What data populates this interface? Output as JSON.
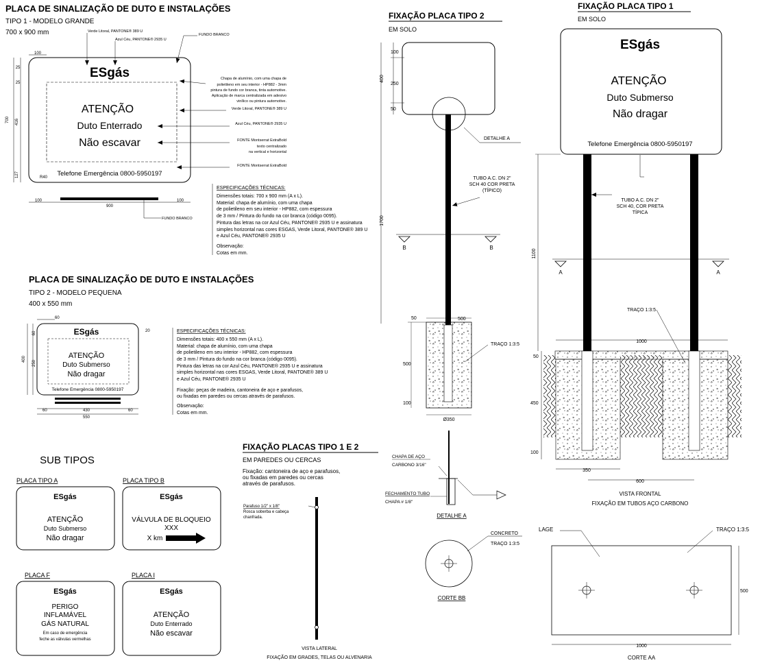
{
  "brand": {
    "logo_text": "ESgás",
    "colors": {
      "ink": "#000000",
      "paper": "#ffffff",
      "concrete_dot": "#333333"
    }
  },
  "sec1": {
    "title": "PLACA DE SINALIZAÇÃO DE DUTO E INSTALAÇÕES",
    "subtitle": "TIPO 1 - MODELO GRANDE",
    "size": "700 x 900 mm",
    "sign": {
      "heading": "ATENÇÃO",
      "line1": "Duto  Enterrado",
      "line2": "Não escavar",
      "phone": "Telefone Emergência  0800-5950197"
    },
    "dims": {
      "d100a": "100",
      "d900": "900",
      "d100b": "100",
      "d100top": "100",
      "d700": "700",
      "d416": "416",
      "d127": "127",
      "d25a": "25",
      "d25b": "25",
      "r40": "R40"
    },
    "notes": {
      "verde": "Verde Litoral, PANTONE® 389 U",
      "azul": "Azul Céu, PANTONE® 2935 U",
      "fundo": "FUNDO BRANCO",
      "chapa1": "Chapa de alumínio, com uma chapa de",
      "chapa2": "polietileno em seu interior - HP882 - 3mm",
      "chapa3": "pintura de fundo cor branca, tinta automotive.",
      "chapa4": "Aplicação de marca centralizada em adesivo",
      "chapa5": "vinílico ou pintura automotive.",
      "verde2": "Verde Litoral, PANTONE® 389 U",
      "azul2": "Azul Céu, PANTONE® 2935 U",
      "fonte1": "FONTE Montserrat ExtraBold",
      "fonte2": "texto centralizado",
      "fonte3": "na vertical e horizontal",
      "fonte4": "FONTE Montserrat ExtraBold",
      "fundo2": "FUNDO BRANCO"
    },
    "specs": [
      "ESPECIFICAÇÕES TÉCNICAS:",
      "Dimensões totais: 700 x 900 mm (A x L).",
      "Material: chapa de alumínio, com uma chapa",
      "de polietileno em seu interior - HP882, com espessura",
      "de 3 mm / Pintura do fundo na cor branca (código 0095).",
      "Pintura das letras na cor Azul Céu, PANTONE® 2935 U e assinatura",
      "simples horizontal nas cores ESGAS, Verde Litoral, PANTONE® 389 U",
      "e Azul Céu, PANTONE® 2935 U",
      "Observação:",
      "Cotas em mm."
    ]
  },
  "sec2": {
    "title": "PLACA DE SINALIZAÇÃO DE DUTO E INSTALAÇÕES",
    "subtitle": "TIPO 2 - MODELO PEQUENA",
    "size": "400 x 550 mm",
    "sign": {
      "heading": "ATENÇÃO",
      "line1": "Duto Submerso",
      "line2": "Não dragar",
      "phone": "Telefone Emergência    0800-5950197"
    },
    "dims": {
      "d60top": "60",
      "d20": "20",
      "d60": "60",
      "d250": "250",
      "d400": "400",
      "d60b": "60",
      "d430": "430",
      "d60c": "60",
      "d550": "550"
    },
    "specs": [
      "ESPECIFICAÇÕES TÉCNICAS:",
      "Dimensões totais: 400 x 550 mm (A x L).",
      "Material: chapa de alumínio, com uma chapa",
      "de polietileno em seu interior - HP882, com espessura",
      "de 3 mm / Pintura do fundo na cor branca (código 0095).",
      "Pintura das letras na cor Azul Céu, PANTONE® 2935 U e assinatura",
      "simples horizontal nas cores ESGAS, Verde Litoral, PANTONE® 389 U",
      "e Azul Céu, PANTONE® 2935 U",
      "Fixação: peças de madeira, cantoneira de aço e parafusos,",
      "ou fixadas em paredes ou cercas através de parafusos.",
      "Observação:",
      "Cotas em mm."
    ]
  },
  "subtipos": {
    "title": "SUB TIPOS",
    "a": {
      "label": "PLACA TIPO A",
      "l1": "ATENÇÃO",
      "l2": "Duto Submerso",
      "l3": "Não dragar"
    },
    "b": {
      "label": "PLACA TIPO B",
      "l1": "VÁLVULA DE BLOQUEIO",
      "l2": "XXX",
      "l3": "X km"
    },
    "f": {
      "label": "PLACA F",
      "l1": "PERIGO",
      "l2": "INFLAMÁVEL",
      "l3": "GÁS NATURAL",
      "l4": "Em caso de emergência",
      "l5": "feche as válvulas vermelhas"
    },
    "i": {
      "label": "PLACA I",
      "l1": "ATENÇÃO",
      "l2": "Duto Enterrado",
      "l3": "Não escavar"
    }
  },
  "walls": {
    "title": "FIXAÇÃO PLACAS TIPO 1 E 2",
    "subtitle": "EM PAREDES OU CERCAS",
    "desc1": "Fixação: cantoneira de aço e parafusos,",
    "desc2": "ou fixadas em paredes ou cercas",
    "desc3": "através de parafusos.",
    "bolt1": "Parafuso 1/2\" x 1/8\"",
    "bolt2": "Rosca soberba e cabeça",
    "bolt3": "chanfrada.",
    "cap1": "VISTA LATERAL",
    "cap2": "FIXAÇÃO EM GRADES, TELAS OU ALVENARIA"
  },
  "type2": {
    "title": "FIXAÇÃO PLACA TIPO 2",
    "subtitle": "EM SOLO",
    "d100": "100",
    "d250": "250",
    "d50": "50",
    "d400": "400",
    "d1700": "1700",
    "d50b": "50",
    "d500": "500",
    "d500b": "500",
    "d100b": "100",
    "d350": "Ø350",
    "detalhe": "DETALHE A",
    "tubo1": "TUBO A.C. DN 2\"",
    "tubo2": "SCH 40 COR PRETA",
    "tubo3": "(TÍPICO)",
    "b1": "B",
    "b2": "B",
    "traco": "TRAÇO 1:3:5"
  },
  "detailA": {
    "chapa1": "CHAPA DE AÇO",
    "chapa2": "CARBONO 3/16\"",
    "fech1": "FECHAMENTO TUBO",
    "fech2": "CHAPA # 1/8\"",
    "caption": "DETALHE A"
  },
  "corteBB": {
    "concreto": "CONCRETO",
    "traco": "TRAÇO 1:3:5",
    "caption": "CORTE BB"
  },
  "type1": {
    "title": "FIXAÇÃO PLACA TIPO 1",
    "subtitle": "EM SOLO",
    "sign": {
      "heading": "ATENÇÃO",
      "line1": "Duto  Submerso",
      "line2": "Não dragar",
      "phone": "Telefone Emergência  0800-5950197"
    },
    "tubo1": "TUBO A.C. DN 2\"",
    "tubo2": "SCH 40, COR PRETA",
    "tubo3": "TÍPICA",
    "d1100": "1100",
    "a1": "A",
    "a2": "A",
    "traco": "TRAÇO 1:3:5",
    "d1000": "1000",
    "d50": "50",
    "d450": "450",
    "d100": "100",
    "d350": "350",
    "d600": "600",
    "cap1": "VISTA FRONTAL",
    "cap2": "FIXAÇÃO EM TUBOS AÇO CARBONO"
  },
  "corteAA": {
    "lage": "LAGE",
    "traco": "TRAÇO 1:3:5",
    "d500": "500",
    "d1000": "1000",
    "caption": "CORTE AA"
  }
}
